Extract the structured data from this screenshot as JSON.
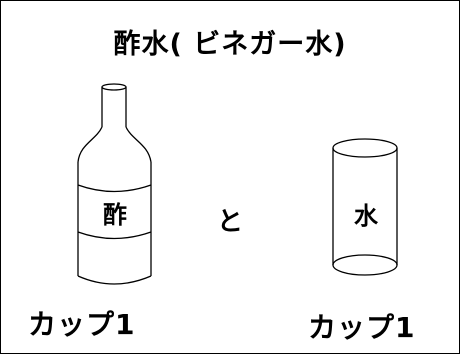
{
  "title": "酢水( ビネガー水)",
  "bottle": {
    "label": "酢",
    "amount": "カップ1"
  },
  "connector": "と",
  "glass": {
    "label": "水",
    "amount": "カップ1"
  }
}
